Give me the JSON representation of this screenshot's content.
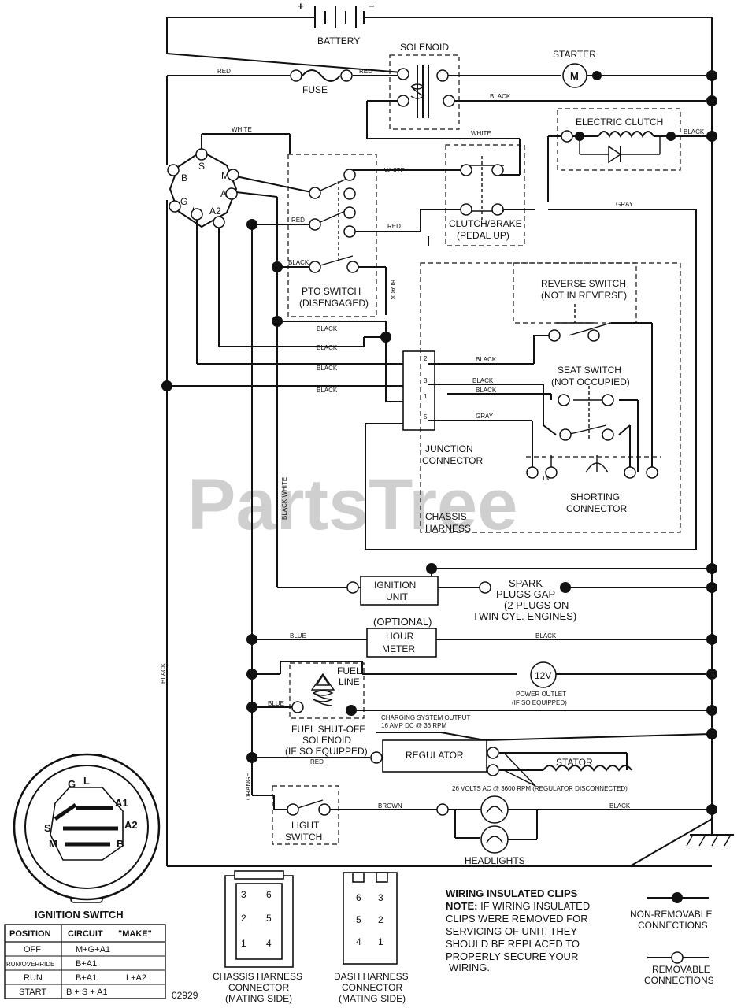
{
  "labels": {
    "battery": "BATTERY",
    "plus": "+",
    "minus": "−",
    "solenoid": "SOLENOID",
    "starter": "STARTER",
    "starter_m": "M",
    "fuse": "FUSE",
    "electric_clutch": "ELECTRIC CLUTCH",
    "pto_switch_1": "PTO SWITCH",
    "pto_switch_2": "(DISENGAGED)",
    "clutch_brake_1": "CLUTCH/BRAKE",
    "clutch_brake_2": "(PEDAL UP)",
    "reverse_switch_1": "REVERSE SWITCH",
    "reverse_switch_2": "(NOT IN REVERSE)",
    "seat_switch_1": "SEAT SWITCH",
    "seat_switch_2": "(NOT OCCUPIED)",
    "junction_1": "JUNCTION",
    "junction_2": "CONNECTOR",
    "chassis_1": "CHASSIS",
    "chassis_2": "HARNESS",
    "shorting_1": "SHORTING",
    "shorting_2": "CONNECTOR",
    "ignition_unit_1": "IGNITION",
    "ignition_unit_2": "UNIT",
    "spark_1": "SPARK",
    "spark_2": "PLUGS GAP",
    "spark_3": "(2 PLUGS ON",
    "spark_4": "TWIN CYL. ENGINES)",
    "optional": "(OPTIONAL)",
    "hour_meter_1": "HOUR",
    "hour_meter_2": "METER",
    "fuel_line_1": "FUEL",
    "fuel_line_2": "LINE",
    "power_outlet_v": "12V",
    "power_outlet_1": "POWER OUTLET",
    "power_outlet_2": "(IF SO EQUIPPED)",
    "charging_1": "CHARGING SYSTEM OUTPUT",
    "charging_2": "16 AMP DC @ 36 RPM",
    "fuel_shutoff_1": "FUEL SHUT-OFF",
    "fuel_shutoff_2": "SOLENOID",
    "fuel_shutoff_3": "(IF SO EQUIPPED)",
    "regulator": "REGULATOR",
    "stator": "STATOR",
    "volts_ac": "26 VOLTS AC @ 3600 RPM (REGULATOR DISCONNECTED)",
    "light_switch_1": "LIGHT",
    "light_switch_2": "SWITCH",
    "headlights": "HEADLIGHTS",
    "ignition_switch": "IGNITION SWITCH",
    "chassis_conn_1": "CHASSIS HARNESS",
    "chassis_conn_2": "CONNECTOR",
    "chassis_conn_3": "(MATING SIDE)",
    "dash_conn_1": "DASH HARNESS",
    "dash_conn_2": "CONNECTOR",
    "dash_conn_3": "(MATING SIDE)",
    "clips_title": "WIRING INSULATED CLIPS",
    "clips_note": "NOTE:",
    "clips_1": " IF WIRING INSULATED",
    "clips_2": "CLIPS WERE REMOVED FOR",
    "clips_3": "SERVICING OF UNIT, THEY",
    "clips_4": "SHOULD BE REPLACED TO",
    "clips_5": "PROPERLY SECURE YOUR",
    "clips_6": "WIRING.",
    "nonremovable_1": "NON-REMOVABLE",
    "nonremovable_2": "CONNECTIONS",
    "removable_1": "REMOVABLE",
    "removable_2": "CONNECTIONS",
    "part_number": "02929",
    "watermark": "PartsTree",
    "tm": "TM"
  },
  "wire_labels": {
    "red": "RED",
    "black": "BLACK",
    "white": "WHITE",
    "gray": "GRAY",
    "blue": "BLUE",
    "brown": "BROWN",
    "orange": "ORANGE",
    "black_white": "BLACK WHITE"
  },
  "terminals": {
    "b": "B",
    "s": "S",
    "m": "M",
    "g": "G",
    "l": "L",
    "a1": "A1",
    "a2": "A2",
    "j1": "1",
    "j2": "2",
    "j3": "3",
    "j5": "5",
    "c3": "3",
    "c6": "6",
    "c2": "2",
    "c5": "5",
    "c1": "1",
    "c4": "4",
    "d6": "6",
    "d3": "3",
    "d5": "5",
    "d2": "2",
    "d4": "4",
    "d1": "1"
  },
  "ignition_table": {
    "headers": [
      "POSITION",
      "CIRCUIT",
      "\"MAKE\""
    ],
    "rows": [
      [
        "OFF",
        "M+G+A1",
        ""
      ],
      [
        "RUN/OVERRIDE",
        "B+A1",
        ""
      ],
      [
        "RUN",
        "B+A1",
        "L+A2"
      ],
      [
        "START",
        "B + S + A1",
        ""
      ]
    ]
  }
}
